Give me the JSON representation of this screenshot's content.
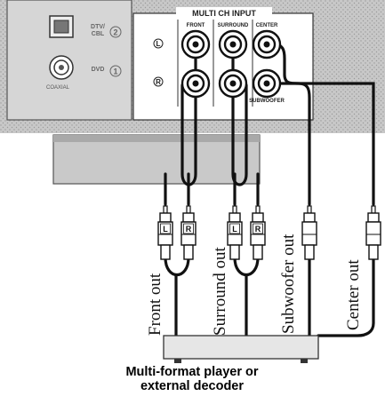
{
  "receiver_panel": {
    "section_title": "MULTI CH INPUT",
    "columns": [
      "FRONT",
      "SURROUND",
      "CENTER"
    ],
    "bottom_right_label": "SUBWOOFER",
    "row_markers": [
      "L",
      "R"
    ],
    "left_inputs": [
      {
        "label": "DTV/\nCBL",
        "number": "2"
      },
      {
        "label": "DVD",
        "number": "1"
      }
    ],
    "coaxial_label": "COAXIAL"
  },
  "plug_letters": [
    "L",
    "R",
    "L",
    "R"
  ],
  "outputs": [
    "Front out",
    "Surround out",
    "Subwoofer out",
    "Center out"
  ],
  "device_caption": {
    "line1": "Multi-format player or",
    "line2": "external decoder"
  }
}
